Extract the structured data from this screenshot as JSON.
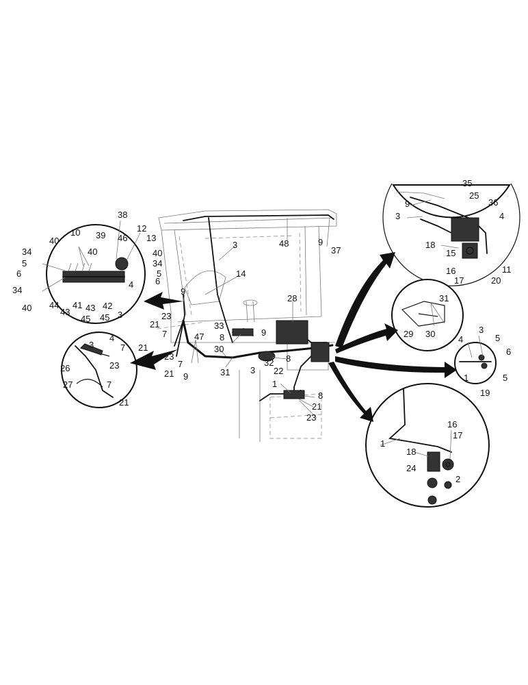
{
  "callouts": {
    "main": [
      {
        "id": "m-3",
        "text": "3"
      },
      {
        "id": "m-48",
        "text": "48"
      },
      {
        "id": "m-9a",
        "text": "9"
      },
      {
        "id": "m-37",
        "text": "37"
      },
      {
        "id": "m-14",
        "text": "14"
      },
      {
        "id": "m-9b",
        "text": "9"
      },
      {
        "id": "m-23a",
        "text": "23"
      },
      {
        "id": "m-21a",
        "text": "21"
      },
      {
        "id": "m-7a",
        "text": "7"
      },
      {
        "id": "m-47",
        "text": "47"
      },
      {
        "id": "m-23b",
        "text": "23"
      },
      {
        "id": "m-7b",
        "text": "7"
      },
      {
        "id": "m-21b",
        "text": "21"
      },
      {
        "id": "m-9c",
        "text": "9"
      },
      {
        "id": "m-33",
        "text": "33"
      },
      {
        "id": "m-8a",
        "text": "8"
      },
      {
        "id": "m-30",
        "text": "30"
      },
      {
        "id": "m-31",
        "text": "31"
      },
      {
        "id": "m-9d",
        "text": "9"
      },
      {
        "id": "m-3b",
        "text": "3"
      },
      {
        "id": "m-28",
        "text": "28"
      },
      {
        "id": "m-8b",
        "text": "8"
      },
      {
        "id": "m-32",
        "text": "32"
      },
      {
        "id": "m-22",
        "text": "22"
      },
      {
        "id": "m-1",
        "text": "1"
      },
      {
        "id": "m-8c",
        "text": "8"
      },
      {
        "id": "m-21c",
        "text": "21"
      },
      {
        "id": "m-23c",
        "text": "23"
      }
    ],
    "left_detail": [
      {
        "id": "l-10",
        "text": "10"
      },
      {
        "id": "l-38",
        "text": "38"
      },
      {
        "id": "l-12",
        "text": "12"
      },
      {
        "id": "l-40a",
        "text": "40"
      },
      {
        "id": "l-39",
        "text": "39"
      },
      {
        "id": "l-46",
        "text": "46"
      },
      {
        "id": "l-13",
        "text": "13"
      },
      {
        "id": "l-34a",
        "text": "34"
      },
      {
        "id": "l-40b",
        "text": "40"
      },
      {
        "id": "l-40c",
        "text": "40"
      },
      {
        "id": "l-5a",
        "text": "5"
      },
      {
        "id": "l-34b",
        "text": "34"
      },
      {
        "id": "l-6a",
        "text": "6"
      },
      {
        "id": "l-5b",
        "text": "5"
      },
      {
        "id": "l-4",
        "text": "4"
      },
      {
        "id": "l-6b",
        "text": "6"
      },
      {
        "id": "l-34c",
        "text": "34"
      },
      {
        "id": "l-40d",
        "text": "40"
      },
      {
        "id": "l-44",
        "text": "44"
      },
      {
        "id": "l-41",
        "text": "41"
      },
      {
        "id": "l-42",
        "text": "42"
      },
      {
        "id": "l-3",
        "text": "3"
      },
      {
        "id": "l-43a",
        "text": "43"
      },
      {
        "id": "l-43b",
        "text": "43"
      },
      {
        "id": "l-45a",
        "text": "45"
      },
      {
        "id": "l-45b",
        "text": "45"
      }
    ],
    "pedal_detail": [
      {
        "id": "p-3",
        "text": "3"
      },
      {
        "id": "p-4",
        "text": "4"
      },
      {
        "id": "p-7a",
        "text": "7"
      },
      {
        "id": "p-21a",
        "text": "21"
      },
      {
        "id": "p-26",
        "text": "26"
      },
      {
        "id": "p-23",
        "text": "23"
      },
      {
        "id": "p-27",
        "text": "27"
      },
      {
        "id": "p-7b",
        "text": "7"
      },
      {
        "id": "p-21b",
        "text": "21"
      }
    ],
    "top_right_detail": [
      {
        "id": "tr-35",
        "text": "35"
      },
      {
        "id": "tr-25",
        "text": "25"
      },
      {
        "id": "tr-9",
        "text": "9"
      },
      {
        "id": "tr-36",
        "text": "36"
      },
      {
        "id": "tr-3",
        "text": "3"
      },
      {
        "id": "tr-4",
        "text": "4"
      },
      {
        "id": "tr-18",
        "text": "18"
      },
      {
        "id": "tr-15",
        "text": "15"
      },
      {
        "id": "tr-16",
        "text": "16"
      },
      {
        "id": "tr-17",
        "text": "17"
      },
      {
        "id": "tr-11",
        "text": "11"
      },
      {
        "id": "tr-20",
        "text": "20"
      }
    ],
    "battery_detail": [
      {
        "id": "b-31",
        "text": "31"
      },
      {
        "id": "b-29",
        "text": "29"
      },
      {
        "id": "b-30",
        "text": "30"
      }
    ],
    "small_right_detail": [
      {
        "id": "s-3",
        "text": "3"
      },
      {
        "id": "s-4",
        "text": "4"
      },
      {
        "id": "s-5a",
        "text": "5"
      },
      {
        "id": "s-6",
        "text": "6"
      },
      {
        "id": "s-1",
        "text": "1"
      },
      {
        "id": "s-5b",
        "text": "5"
      },
      {
        "id": "s-19",
        "text": "19"
      }
    ],
    "bottom_right_detail": [
      {
        "id": "br-16",
        "text": "16"
      },
      {
        "id": "br-17",
        "text": "17"
      },
      {
        "id": "br-1",
        "text": "1"
      },
      {
        "id": "br-18",
        "text": "18"
      },
      {
        "id": "br-24",
        "text": "24"
      },
      {
        "id": "br-2",
        "text": "2"
      }
    ]
  }
}
